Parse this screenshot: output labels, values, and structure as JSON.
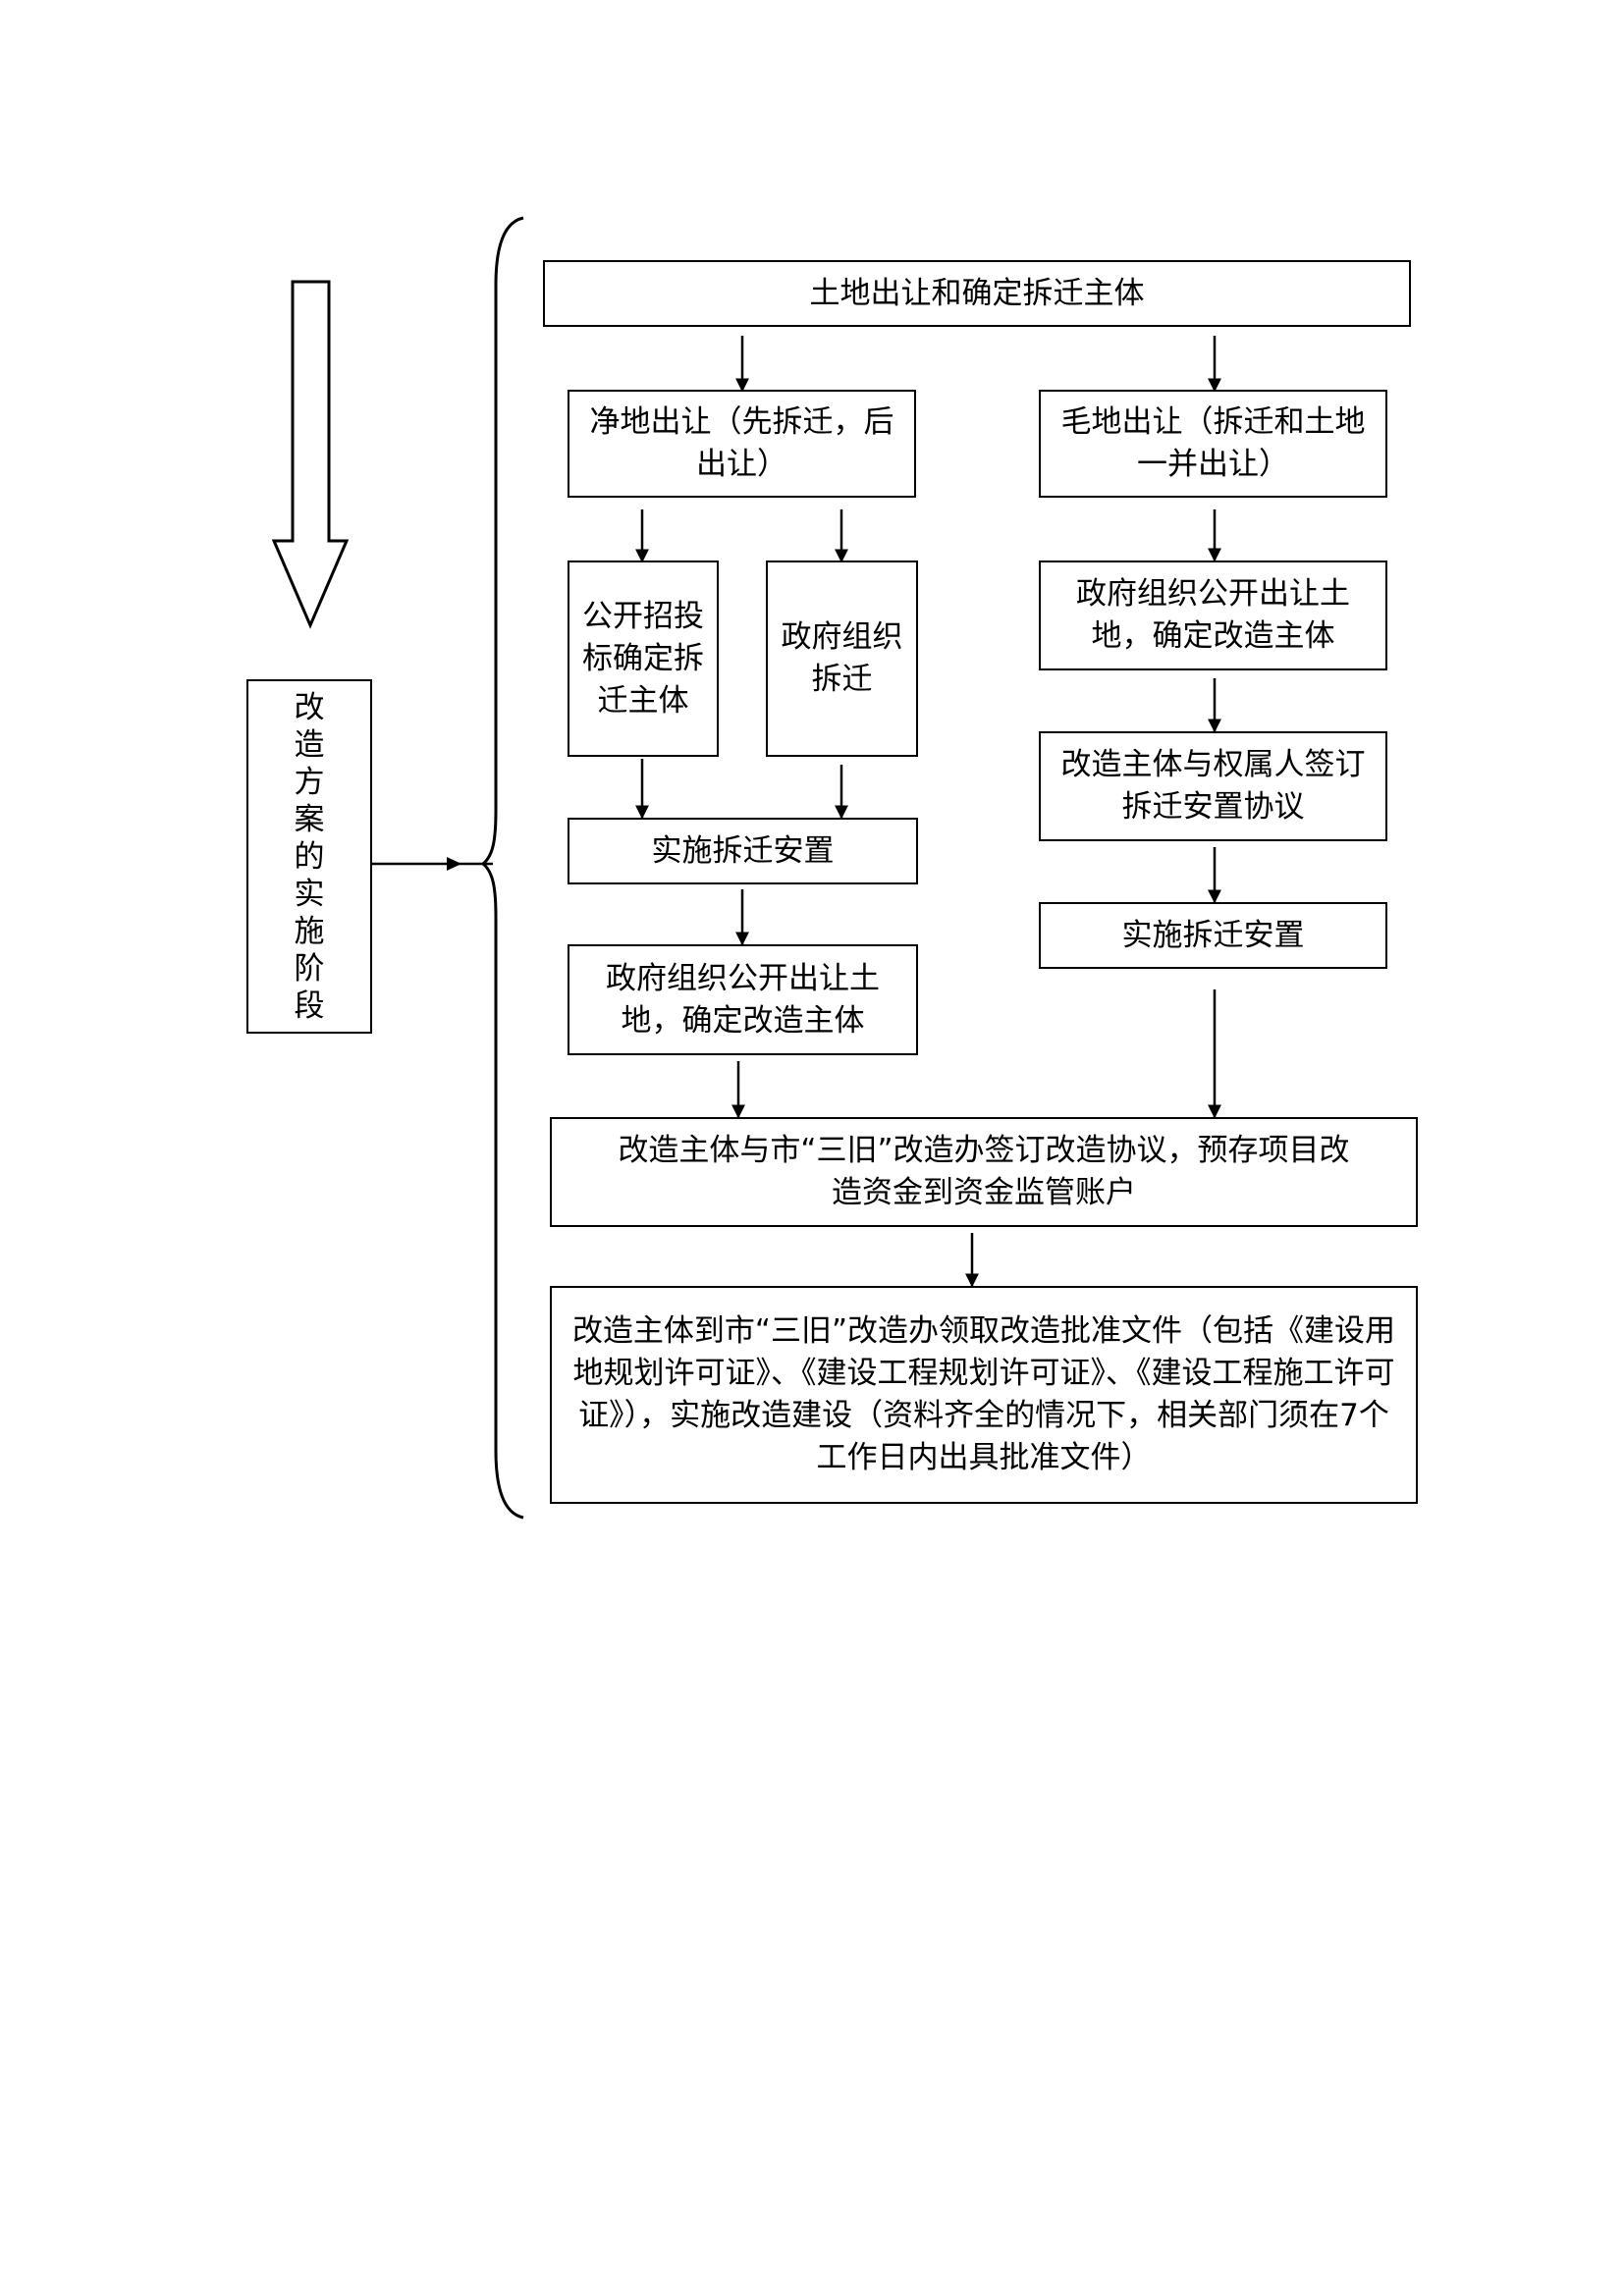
{
  "phase_label": "改造方案的实施阶段",
  "nodes": {
    "top": "土地出让和确定拆迁主体",
    "net_land": "净地出让（先拆迁，后出让）",
    "raw_land": "毛地出让（拆迁和土地一并出让）",
    "tender": "公开招投标确定拆迁主体",
    "gov_demolish": "政府组织拆迁",
    "resettle_left": "实施拆迁安置",
    "gov_sale_left": "政府组织公开出让土地，确定改造主体",
    "gov_sale_right": "政府组织公开出让土地，确定改造主体",
    "sign_owner": "改造主体与权属人签订拆迁安置协议",
    "resettle_right": "实施拆迁安置",
    "agreement": "改造主体与市“三旧”改造办签订改造协议，预存项目改造资金到资金监管账户",
    "approval": "改造主体到市“三旧”改造办领取改造批准文件（包括《建设用地规划许可证》、《建设工程规划许可证》、《建设工程施工许可证》），实施改造建设（资料齐全的情况下，相关部门须在7个工作日内出具批准文件）"
  }
}
